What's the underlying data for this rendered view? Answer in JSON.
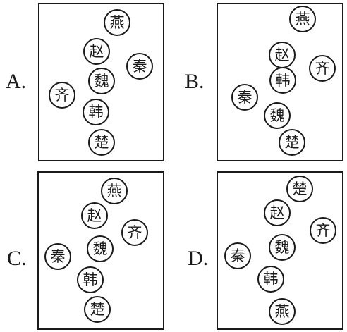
{
  "options": [
    {
      "letter": "A.",
      "states": [
        "燕",
        "赵",
        "秦",
        "魏",
        "齐",
        "韩",
        "楚"
      ]
    },
    {
      "letter": "B.",
      "states": [
        "燕",
        "赵",
        "齐",
        "韩",
        "秦",
        "魏",
        "楚"
      ]
    },
    {
      "letter": "C.",
      "states": [
        "燕",
        "赵",
        "齐",
        "魏",
        "秦",
        "韩",
        "楚"
      ]
    },
    {
      "letter": "D.",
      "states": [
        "楚",
        "赵",
        "齐",
        "魏",
        "秦",
        "韩",
        "燕"
      ]
    }
  ]
}
